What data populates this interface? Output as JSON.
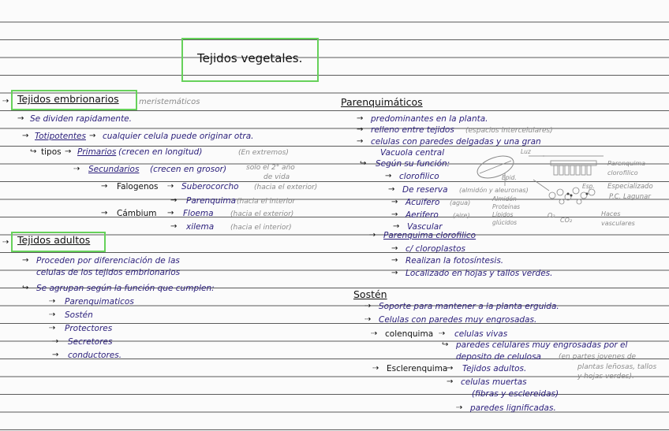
{
  "title": "Tejidos vegetales.",
  "left": {
    "embrionarios": {
      "heading": "Tejidos embrionarios",
      "note": "meristemáticos",
      "l1": "Se dividen rapidamente.",
      "l2a": "Totipotentes",
      "l2b": "cualquier celula puede originar otra.",
      "tipos": "tipos",
      "primarios": "Primarios",
      "primarios_desc": "(crecen en longitud)",
      "primarios_note": "(En extremos)",
      "secundarios": "Secundarios",
      "secundarios_desc": "(crecen en grosor)",
      "secundarios_note1": "solo el 2° año",
      "secundarios_note2": "de vida",
      "felogenos": "Falogenos",
      "suber": "Suberocorcho",
      "suber_note": "(hacia el exterior)",
      "parenquima": "Parenquima",
      "parenquima_note": "(hacia el interior",
      "cambium": "Cámbium",
      "floema": "Floema",
      "floema_note": "(hacia el exterior)",
      "xilema": "xilema",
      "xilema_note": "(hacia el interior)"
    },
    "adultos": {
      "heading": "Tejidos adultos",
      "l1a": "Proceden por diferenciación de las",
      "l1b": "celulas de los tejidos embrionarios",
      "l2": "Se agrupan según la función que cumplen:",
      "items": [
        "Parenquimaticos",
        "Sostén",
        "Protectores",
        "Secretores",
        "conductores."
      ]
    }
  },
  "right": {
    "parenquimaticos": {
      "heading": "Parenquimáticos",
      "l1": "predominantes en la planta.",
      "l2a": "relleno entre tejidos",
      "l2b": "(espacios intercelulares)",
      "l3a": "celulas con paredes delgadas y una gran",
      "l3b": "Vacuola central",
      "funcion": "Según su función:",
      "f1": "clorofilico",
      "f2": "De reserva",
      "f2_note": "(almidón y aleuronas)",
      "f3": "Acuifero",
      "f3_note": "(agua)",
      "f4": "Aerifero",
      "f4_note": "(aire)",
      "f5": "Vascular",
      "aside1": "Almidón",
      "aside2": "Proteínas",
      "aside3": "Lípidos",
      "aside4": "glúcidos",
      "clorofilico": "Parenquima clorofilico",
      "c1": "c/ cloroplastos",
      "c2": "Realizan la fotosíntesis.",
      "c3": "Localizado en hojas y tallos verdes."
    },
    "diagram": {
      "luz": "Luz",
      "epi": "Epid.",
      "par_cloro": "Parenquima clorofilico",
      "esp": "Esp.",
      "esp_label": "Especializado",
      "pc_lagunar": "P.C. Lagunar",
      "haces": "Haces vasculares",
      "o2": "O₂",
      "co2": "CO₂"
    },
    "sosten": {
      "heading": "Sostén",
      "l1": "Soporte para mantener a la planta erguida.",
      "l2": "Celulas con paredes muy engrosadas.",
      "colenquima": "colenquima",
      "col1": "celulas vivas",
      "col2a": "paredes celulares muy engrosadas por el",
      "col2b": "deposito de celulosa",
      "col2_note": "(en partes jovenes de",
      "col2_note2": "plantas leñosas, tallos",
      "col2_note3": "y hojas verdes).",
      "esclerenquima": "Esclerenquima",
      "esc1": "Tejidos adultos.",
      "esc2a": "celulas muertas",
      "esc2b": "(fibras y esclereidas)",
      "esc3": "paredes lignificadas."
    }
  },
  "colors": {
    "ink_purple": "#2a1e7a",
    "highlight_green": "#66d15a",
    "ruled_line": "#5a5a5a"
  }
}
